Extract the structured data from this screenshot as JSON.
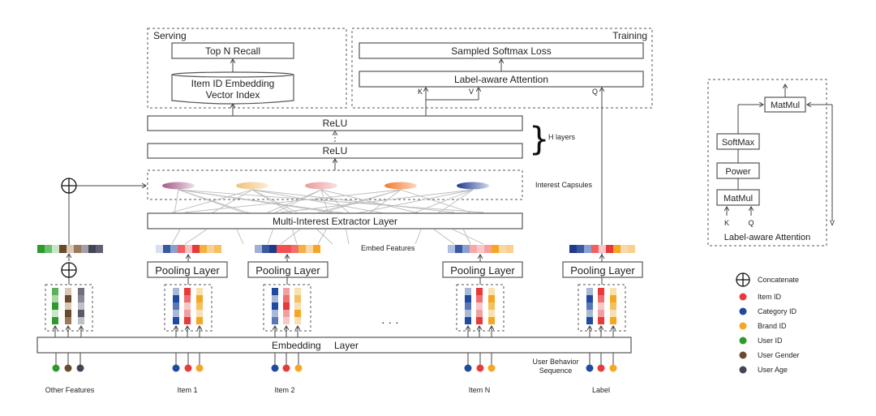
{
  "serving": {
    "label": "Serving",
    "top_n_recall": "Top N Recall",
    "vector_index_line1": "Item ID Embedding",
    "vector_index_line2": "Vector Index"
  },
  "training": {
    "label": "Training",
    "loss": "Sampled Softmax Loss",
    "attention": "Label-aware Attention",
    "k": "K",
    "v": "V",
    "q": "Q"
  },
  "h_layers": {
    "relu_top": "ReLU",
    "relu_bottom": "ReLU",
    "brace_label": "H layers"
  },
  "capsules": {
    "label": "Interest Capsules",
    "colors": [
      "#a35a8a",
      "#f0c27a",
      "#e89a9a",
      "#f47a2a",
      "#2a4aa0"
    ]
  },
  "extractor": {
    "label": "Multi-Interest Extractor Layer"
  },
  "embed_features_label": "Embed Features",
  "pooling_label": "Pooling Layer",
  "ellipsis": "· · ·",
  "embedding_layer": {
    "word1": "Embedding",
    "word2": "Layer"
  },
  "user_behavior_label_line1": "User Behavior",
  "user_behavior_label_line2": "Sequence",
  "inputs": [
    {
      "label": "Other Features",
      "dots": [
        "#2e9a2e",
        "#6b4a2a",
        "#444455"
      ]
    },
    {
      "label": "Item 1",
      "dots": [
        "#1f4aa0",
        "#e83a3a",
        "#f5a623"
      ]
    },
    {
      "label": "Item 2",
      "dots": [
        "#1f4aa0",
        "#e83a3a",
        "#f5a623"
      ]
    },
    {
      "label": "Item N",
      "dots": [
        "#1f4aa0",
        "#e83a3a",
        "#f5a623"
      ]
    },
    {
      "label": "Label",
      "dots": [
        "#1f4aa0",
        "#e83a3a",
        "#f5a623"
      ]
    }
  ],
  "embed_strips": {
    "other": [
      "#2e9a2e",
      "#6cbf6c",
      "#c8e6c8",
      "#6b4a2a",
      "#d8c8b8",
      "#9a7a5a",
      "#a0a0aa",
      "#444455",
      "#606070"
    ],
    "item1": [
      "#d8e0f0",
      "#3a5aa0",
      "#8aa0d0",
      "#f06060",
      "#f8c0c0",
      "#e83a3a",
      "#f5b040",
      "#f8d090",
      "#f5c060"
    ],
    "item2": [
      "#a0b0d8",
      "#3a5aa0",
      "#1f3a8a",
      "#f05050",
      "#f05050",
      "#f07070",
      "#f5b040",
      "#f8d8a8",
      "#f5a623"
    ],
    "itemN": [
      "#b0c0e0",
      "#3a5aa0",
      "#8aa0d0",
      "#f8a8a8",
      "#f8c8c8",
      "#f8a0a0",
      "#f5a623",
      "#f8d8a8",
      "#f8d090"
    ],
    "label": [
      "#1f3a8a",
      "#3a5aa0",
      "#8aa0d0",
      "#f06060",
      "#f8c8c8",
      "#e83a3a",
      "#f5a623",
      "#f8d8a8",
      "#f8d090"
    ]
  },
  "columns": {
    "other": [
      [
        "#5cb05c",
        "#a8d8a8",
        "#2e9a2e",
        "#c8e6c8",
        "#2e9a2e"
      ],
      [
        "#d8c8b8",
        "#6b4a2a",
        "#d8c8b8",
        "#6b4a2a",
        "#9a7a5a"
      ],
      [
        "#707080",
        "#8a8a98",
        "#c0c0c8",
        "#5a5a68",
        "#c0c0c8"
      ]
    ],
    "item": [
      [
        "#a8b8d8",
        "#1f4aa0",
        "#5a78b8",
        "#a8b8d8",
        "#1f4aa0"
      ],
      [
        "#e83a3a",
        "#f07070",
        "#f8c8c8",
        "#f0a0a0",
        "#e83a3a"
      ],
      [
        "#f8e0b0",
        "#f5a623",
        "#f5c060",
        "#f8e0b0",
        "#f5a623"
      ]
    ],
    "item2": [
      [
        "#1f4aa0",
        "#a8b8d8",
        "#1f4aa0",
        "#a8b8d8",
        "#5a78b8"
      ],
      [
        "#f0a0a0",
        "#f07070",
        "#e83a3a",
        "#f0a0a0",
        "#f8c8c8"
      ],
      [
        "#f8e0b0",
        "#f5c060",
        "#f8e0b0",
        "#f5a623",
        "#f8e0b0"
      ]
    ]
  },
  "attention_detail": {
    "title": "Label-aware Attention",
    "matmul_top": "MatMul",
    "softmax": "SoftMax",
    "power": "Power",
    "matmul_bottom": "MatMul",
    "k": "K",
    "q": "Q",
    "v": "V"
  },
  "legend": {
    "concatenate": "Concatenate",
    "items": [
      {
        "label": "Item ID",
        "color": "#e83a3a"
      },
      {
        "label": "Category ID",
        "color": "#1f4aa0"
      },
      {
        "label": "Brand ID",
        "color": "#f5a623"
      },
      {
        "label": "User ID",
        "color": "#2e9a2e"
      },
      {
        "label": "User Gender",
        "color": "#6b4a2a"
      },
      {
        "label": "User Age",
        "color": "#444455"
      }
    ]
  }
}
